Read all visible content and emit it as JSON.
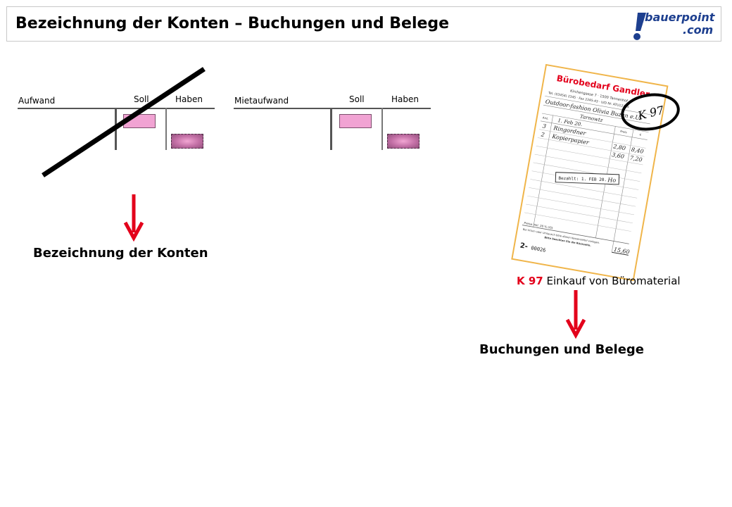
{
  "header": {
    "title": "Bezeichnung der Konten – Buchungen und Belege",
    "logo_line1": "bauerpoint",
    "logo_line2": ".com"
  },
  "accounts": [
    {
      "name": "Aufwand",
      "soll_label": "Soll",
      "haben_label": "Haben",
      "crossed_out": true
    },
    {
      "name": "Mietaufwand",
      "soll_label": "Soll",
      "haben_label": "Haben",
      "crossed_out": false
    }
  ],
  "left_caption": "Bezeichnung der Konten",
  "right_caption": "Buchungen und Belege",
  "receipt": {
    "shop_name": "Bürobedarf Gandler",
    "address_line": "Kirchengasse 7 · 1500 Tannenhof",
    "phone_line": "Tel. (03454) 2345 · Fax 2345-43 · UID Nr. ATU12345",
    "customer_line": "Outdoor-fashion Olivia Buzan e.U.",
    "customer_city": "Tarnowtz",
    "date_handwritten": "1. Feb 20.",
    "items": [
      {
        "qty": "3",
        "desc": "Ringordner",
        "price": "2,80",
        "amount": "8,40"
      },
      {
        "qty": "2",
        "desc": "Kopierpapier",
        "price": "3,60",
        "amount": "7,20"
      }
    ],
    "col_headers": {
      "qty": "Anz.",
      "price": "Preis",
      "amount": "€"
    },
    "paid_stamp": "Bezahlt: 1. FEB 20.",
    "paid_sig": "Ho",
    "vat_line": "Preise inkl. 20 % USt",
    "vat_rate": "20",
    "footer_line1": "Bei Irrtum oder Umtausch bitte diesen Kassenzettel vorlegen.",
    "footer_line2": "Bitte beachten Sie die Rückseite.",
    "total": "15,60",
    "number_prefix": "2-",
    "number": "00026",
    "circled_code": "K 97"
  },
  "receipt_caption": {
    "code": "K 97",
    "text": " Einkauf von Büromaterial"
  },
  "colors": {
    "accent_red": "#e3001b",
    "pink_box": "#f1a3d3",
    "logo_blue": "#1d3f8f"
  }
}
